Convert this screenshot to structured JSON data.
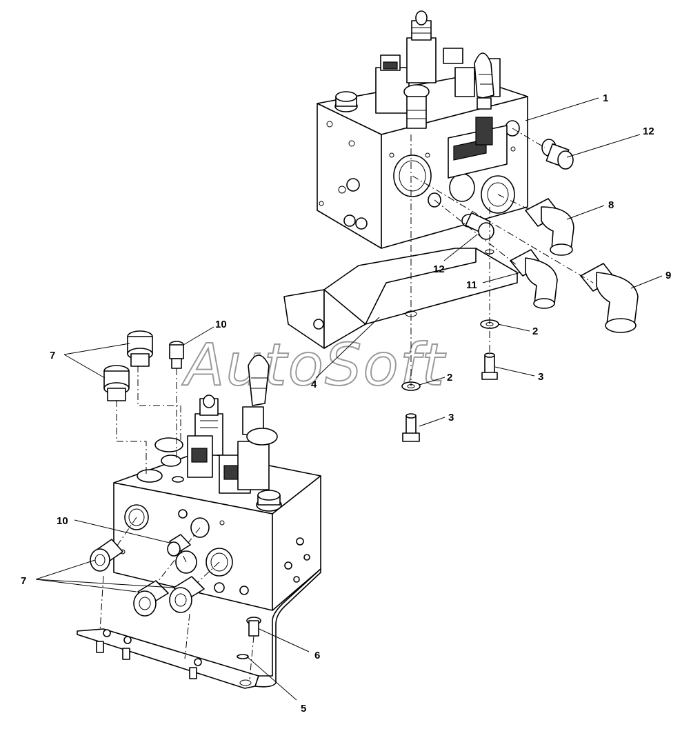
{
  "watermark": "AutoSoft",
  "callouts": {
    "c1": "1",
    "c12a": "12",
    "c8": "8",
    "c12b": "12",
    "c9": "9",
    "c11": "11",
    "c2a": "2",
    "c3a": "3",
    "c2b": "2",
    "c3b": "3",
    "c4": "4",
    "c10a": "10",
    "c7a": "7",
    "c10b": "10",
    "c7b": "7",
    "c6": "6",
    "c5": "5"
  }
}
